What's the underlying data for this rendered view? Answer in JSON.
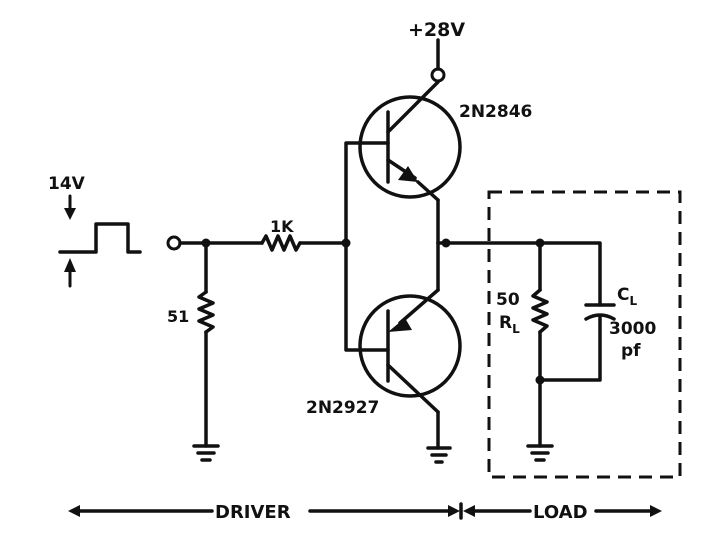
{
  "labels": {
    "supply": "+28V",
    "npn_part": "2N2846",
    "pnp_part": "2N2927",
    "pulse_amplitude": "14V",
    "series_resistor": "1K",
    "input_resistor": "51",
    "load_resistor_value": "50",
    "load_resistor_name": "R",
    "load_resistor_sub": "L",
    "load_cap_name": "C",
    "load_cap_sub": "L",
    "load_cap_value": "3000",
    "load_cap_unit": "pf",
    "driver": "DRIVER",
    "load": "LOAD"
  }
}
